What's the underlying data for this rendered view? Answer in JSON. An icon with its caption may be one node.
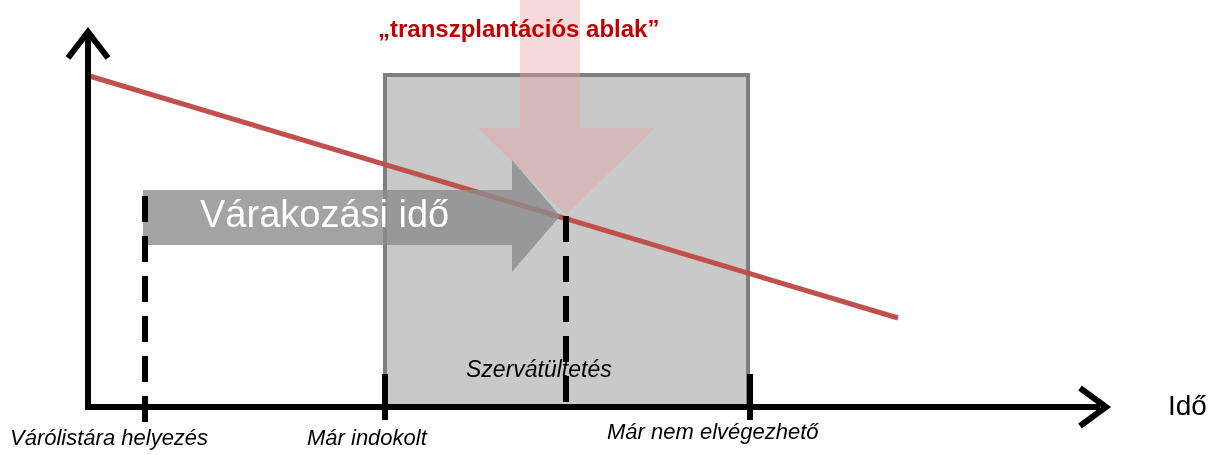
{
  "diagram": {
    "labels": [
      "„transzplantációs ablak”",
      "Várakozási idő",
      "Szervátültetés",
      "Idő",
      "Várólistára helyezés",
      "Már indokolt",
      "Már nem elvégezhető"
    ]
  }
}
